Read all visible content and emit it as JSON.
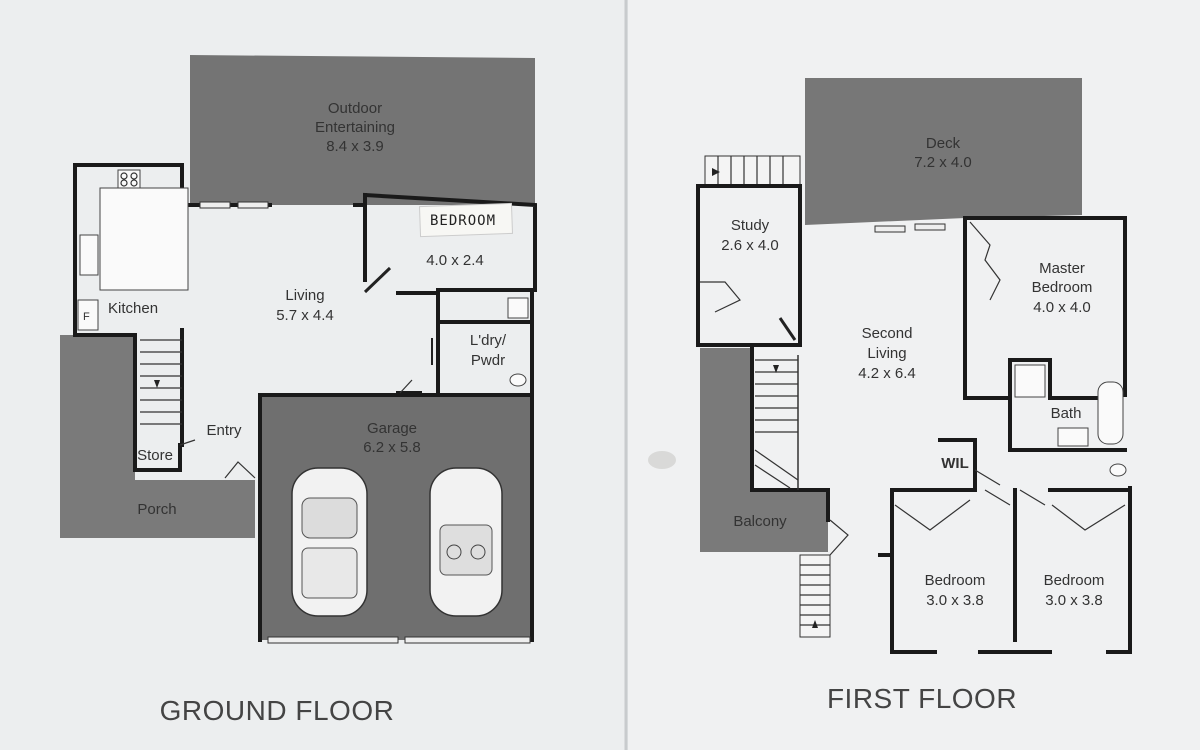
{
  "ground_floor": {
    "title": "GROUND FLOOR",
    "rooms": {
      "outdoor": {
        "name_line1": "Outdoor",
        "name_line2": "Entertaining",
        "size": "8.4 x 3.9"
      },
      "kitchen": {
        "name": "Kitchen"
      },
      "fridge": {
        "name": "F"
      },
      "living": {
        "name": "Living",
        "size": "5.7 x 4.4"
      },
      "bedroom": {
        "handwritten_label": "BEDROOM",
        "size": "4.0 x 2.4"
      },
      "laundry": {
        "name_line1": "L'dry/",
        "name_line2": "Pwdr"
      },
      "entry": {
        "name": "Entry"
      },
      "store": {
        "name": "Store"
      },
      "porch": {
        "name": "Porch"
      },
      "garage": {
        "name": "Garage",
        "size": "6.2 x 5.8"
      }
    }
  },
  "first_floor": {
    "title": "FIRST FLOOR",
    "rooms": {
      "deck": {
        "name": "Deck",
        "size": "7.2 x 4.0"
      },
      "study": {
        "name": "Study",
        "size": "2.6 x 4.0"
      },
      "second_living": {
        "name_line1": "Second",
        "name_line2": "Living",
        "size": "4.2 x 6.4"
      },
      "master": {
        "name_line1": "Master",
        "name_line2": "Bedroom",
        "size": "4.0 x 4.0"
      },
      "bath": {
        "name": "Bath"
      },
      "wil": {
        "name": "WIL"
      },
      "balcony": {
        "name": "Balcony"
      },
      "bedroom_left": {
        "name": "Bedroom",
        "size": "3.0 x 3.8"
      },
      "bedroom_right": {
        "name": "Bedroom",
        "size": "3.0 x 3.8"
      }
    }
  },
  "colors": {
    "paper": "#eef0f1",
    "shaded_area": "#777777",
    "wall": "#1a1a1a",
    "text": "#333333"
  }
}
